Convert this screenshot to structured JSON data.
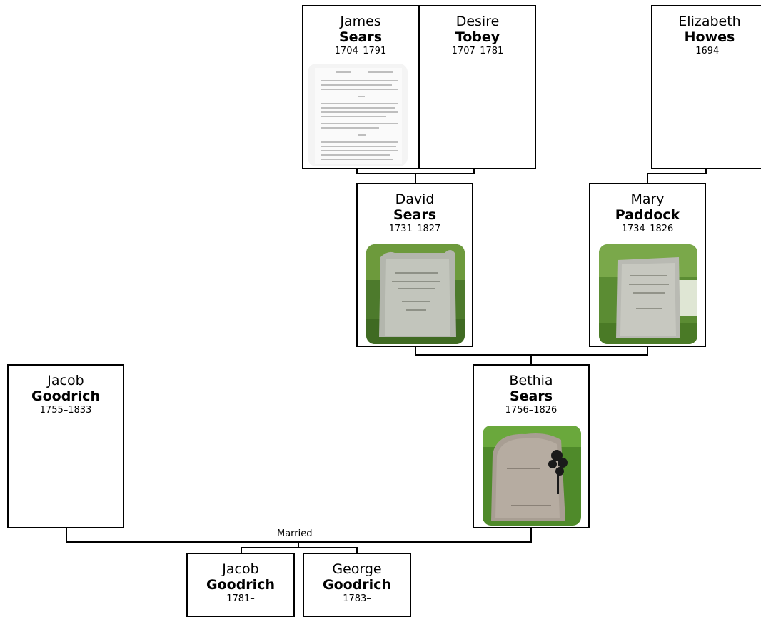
{
  "people": {
    "james_sears": {
      "given": "James",
      "surname": "Sears",
      "dates": "1704–1791"
    },
    "desire_tobey": {
      "given": "Desire",
      "surname": "Tobey",
      "dates": "1707–1781"
    },
    "elizabeth_howes": {
      "given": "Elizabeth",
      "surname": "Howes",
      "dates": "1694–"
    },
    "david_sears": {
      "given": "David",
      "surname": "Sears",
      "dates": "1731–1827"
    },
    "mary_paddock": {
      "given": "Mary",
      "surname": "Paddock",
      "dates": "1734–1826"
    },
    "jacob_goodrich": {
      "given": "Jacob",
      "surname": "Goodrich",
      "dates": "1755–1833"
    },
    "bethia_sears": {
      "given": "Bethia",
      "surname": "Sears",
      "dates": "1756–1826"
    },
    "jacob_goodrich_jr": {
      "given": "Jacob",
      "surname": "Goodrich",
      "dates": "1781–"
    },
    "george_goodrich": {
      "given": "George",
      "surname": "Goodrich",
      "dates": "1783–"
    }
  },
  "connector": {
    "married_label": "Married"
  },
  "colors": {
    "border": "#000000",
    "background": "#ffffff"
  }
}
